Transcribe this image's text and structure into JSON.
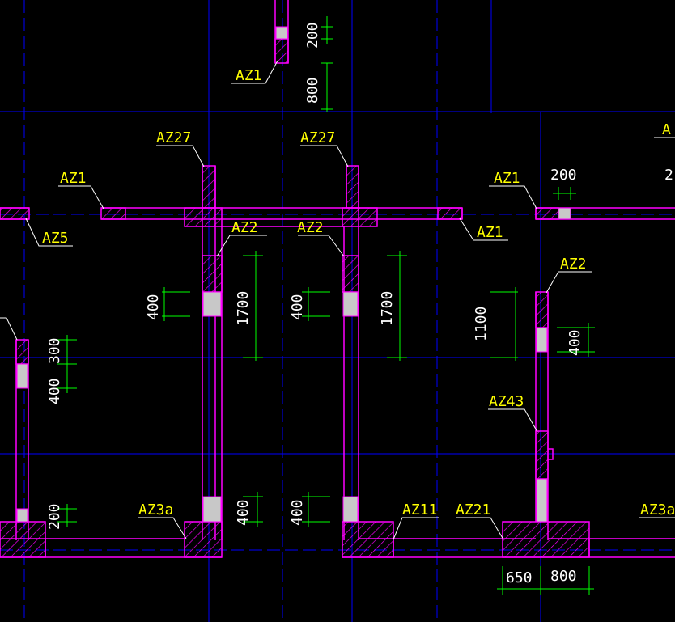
{
  "colors": {
    "background": "#000000",
    "axis": "#0000ff",
    "wall": "#ff00ff",
    "hatch": "#ff00ff",
    "opening": "#c8c8c8",
    "dimension": "#00ff00",
    "label": "#ffff00",
    "leader": "#ffffff",
    "dim_text": "#ffffff"
  },
  "labels": {
    "az1_top": "AZ1",
    "az27_left": "AZ27",
    "az27_right": "AZ27",
    "az1_left": "AZ1",
    "az5": "AZ5",
    "az2_left": "AZ2",
    "az2_mid": "AZ2",
    "az1_mid": "AZ1",
    "az1_right": "AZ1",
    "az2_right": "AZ2",
    "az43": "AZ43",
    "az3a_left": "AZ3a",
    "az11": "AZ11",
    "az21": "AZ21",
    "az3a_right": "AZ3a",
    "edge_a": "A",
    "edge_2": "2"
  },
  "dimensions": {
    "d_top_200": "200",
    "d_top_800": "800",
    "d_right_200": "200",
    "d_col1_400": "400",
    "d_col1_1700": "1700",
    "d_col2_400": "400",
    "d_col2_1700": "1700",
    "d_col3_1100": "1100",
    "d_col3_400": "400",
    "d_left_300": "300",
    "d_left_400": "400",
    "d_left_200": "200",
    "d_bot1_400": "400",
    "d_bot2_400": "400",
    "d_650": "650",
    "d_800": "800"
  }
}
